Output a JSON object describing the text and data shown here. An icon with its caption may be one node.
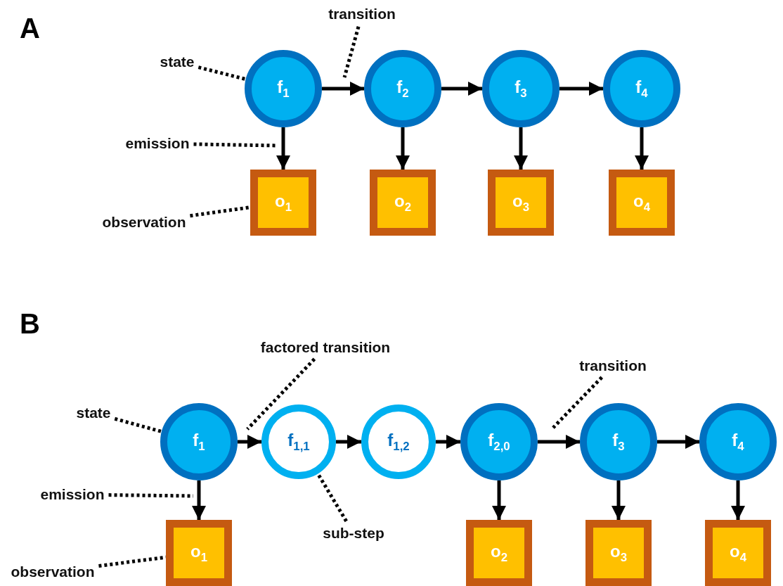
{
  "diagram": {
    "nodes": [
      {
        "text": [
          "transition"
        ]
      },
      {
        "text": [
          "state"
        ]
      },
      {
        "text": [
          "f$_{1}$"
        ]
      },
      {
        "text": [
          "f$_{2}$"
        ]
      },
      {
        "text": [
          "f$_{3}$"
        ]
      },
      {
        "text": [
          "f$_{4}$"
        ]
      },
      {
        "text": [
          "emission"
        ]
      },
      {
        "text": [
          "observation"
        ]
      },
      {
        "text": [
          "o$_{1}$"
        ]
      },
      {
        "text": [
          "o$_{2}$"
        ]
      },
      {
        "text": [
          "o$_{3}$"
        ]
      },
      {
        "text": [
          "o$_{4}$"
        ]
      },
      {
        "text": [
          "factored transition"
        ]
      },
      {
        "text": [
          "transition"
        ]
      },
      {
        "text": [
          "state"
        ]
      },
      {
        "text": [
          "f$_{1}$"
        ]
      },
      {
        "text": [
          "f$_{1,1}$"
        ]
      },
      {
        "text": [
          "f$_{1,2}$"
        ]
      },
      {
        "text": [
          "f$_{2,0}$"
        ]
      },
      {
        "text": [
          "f$_{3}$"
        ]
      },
      {
        "text": [
          "f$_{4}$"
        ]
      },
      {
        "text": [
          "emission"
        ]
      },
      {
        "text": [
          "sub-step"
        ]
      },
      {
        "text": [
          "observation"
        ]
      },
      {
        "text": [
          "o$_{1}$"
        ]
      },
      {
        "text": [
          "o$_{2}$"
        ]
      },
      {
        "text": [
          "o$_{3}$"
        ]
      },
      {
        "text": [
          "o$_{4}$"
        ]
      }
    ],
    "edges": [
      {
        "from": 2,
        "to": 3,
        "arrow": "to"
      },
      {
        "from": 3,
        "to": 4,
        "arrow": "to"
      },
      {
        "from": 4,
        "to": 5,
        "arrow": "to"
      },
      {
        "from": 2,
        "to": 8,
        "arrow": "to"
      },
      {
        "from": 3,
        "to": 9,
        "arrow": "to"
      },
      {
        "from": 4,
        "to": 10,
        "arrow": "to"
      },
      {
        "from": 5,
        "to": 11,
        "arrow": "to"
      },
      {
        "from": 1,
        "to": 2,
        "arrow": "none",
        "style": "dashed"
      },
      {
        "from": 0,
        "to": null,
        "arrow": "none",
        "style": "dashed"
      },
      {
        "from": 6,
        "to": null,
        "arrow": "none",
        "style": "dashed"
      },
      {
        "from": 7,
        "to": 8,
        "arrow": "none",
        "style": "dashed"
      },
      {
        "from": 15,
        "to": 16,
        "arrow": "to"
      },
      {
        "from": 16,
        "to": 17,
        "arrow": "to"
      },
      {
        "from": 17,
        "to": 18,
        "arrow": "to"
      },
      {
        "from": 18,
        "to": 19,
        "arrow": "to"
      },
      {
        "from": 19,
        "to": 20,
        "arrow": "to"
      },
      {
        "from": 15,
        "to": 24,
        "arrow": "to"
      },
      {
        "from": 18,
        "to": 25,
        "arrow": "to"
      },
      {
        "from": 19,
        "to": 26,
        "arrow": "to"
      },
      {
        "from": 20,
        "to": 27,
        "arrow": "to"
      },
      {
        "from": 14,
        "to": 15,
        "arrow": "none",
        "style": "dashed"
      },
      {
        "from": 12,
        "to": null,
        "arrow": "none",
        "style": "dashed"
      },
      {
        "from": 13,
        "to": null,
        "arrow": "none",
        "style": "dashed"
      },
      {
        "from": 21,
        "to": null,
        "arrow": "none",
        "style": "dashed"
      },
      {
        "from": 22,
        "to": 16,
        "arrow": "none",
        "style": "dashed"
      },
      {
        "from": 23,
        "to": 24,
        "arrow": "none",
        "style": "dashed"
      }
    ],
    "labels": [
      "A",
      "B"
    ]
  }
}
